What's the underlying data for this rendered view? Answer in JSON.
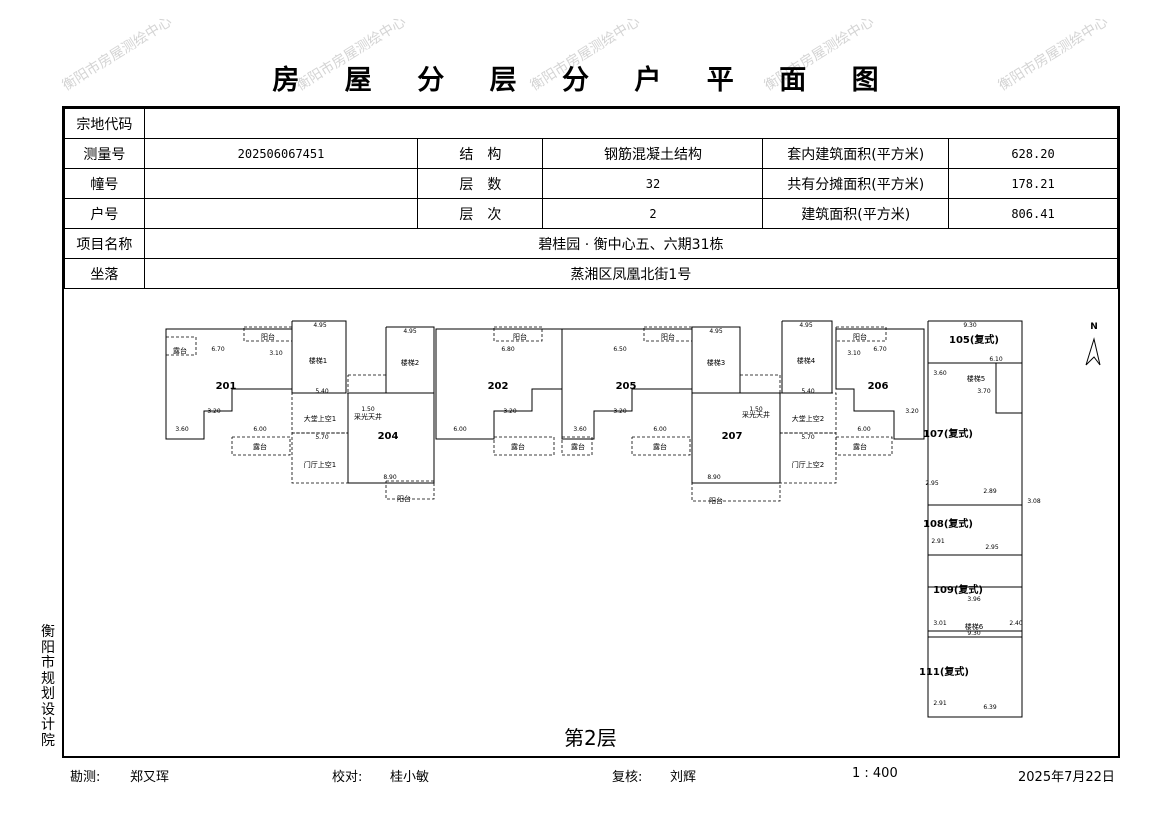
{
  "title": "房 屋 分 层 分 户 平 面 图",
  "watermark": "衡阳市房屋测绘中心",
  "info": {
    "parcel_code_label": "宗地代码",
    "parcel_code_value": "",
    "survey_no_label": "测量号",
    "survey_no_value": "202506067451",
    "structure_label": "结　构",
    "structure_value": "钢筋混凝土结构",
    "inner_area_label": "套内建筑面积(平方米)",
    "inner_area_value": "628.20",
    "building_no_label": "幢号",
    "building_no_value": "",
    "floors_label": "层　数",
    "floors_value": "32",
    "shared_area_label": "共有分摊面积(平方米)",
    "shared_area_value": "178.21",
    "unit_no_label": "户号",
    "unit_no_value": "",
    "floor_label": "层　次",
    "floor_value": "2",
    "building_area_label": "建筑面积(平方米)",
    "building_area_value": "806.41",
    "project_label": "项目名称",
    "project_value": "碧桂园 · 衡中心五、六期31栋",
    "location_label": "坐落",
    "location_value": "蒸湘区凤凰北街1号"
  },
  "plan": {
    "floor_label": "第2层",
    "north": "N",
    "units": [
      "201",
      "202",
      "204",
      "205",
      "206",
      "207",
      "105(复式)",
      "107(复式)",
      "108(复式)",
      "109(复式)",
      "111(复式)"
    ],
    "rooms": [
      "楼梯1",
      "楼梯2",
      "楼梯3",
      "楼梯4",
      "楼梯5",
      "楼梯6",
      "大堂上空1",
      "大堂上空2",
      "门厅上空1",
      "门厅上空2",
      "采光天井",
      "采光天井",
      "露台",
      "露台",
      "露台",
      "露台",
      "露台",
      "露台",
      "阳台",
      "阳台",
      "阳台",
      "阳台",
      "阳台",
      "阳台"
    ],
    "dims": [
      "4.95",
      "4.95",
      "4.95",
      "4.95",
      "6.70",
      "6.80",
      "6.50",
      "6.70",
      "3.10",
      "3.10",
      "3.20",
      "3.20",
      "3.20",
      "3.20",
      "3.60",
      "3.60",
      "6.00",
      "6.00",
      "6.00",
      "6.00",
      "8.90",
      "8.90",
      "5.70",
      "5.70",
      "5.40",
      "5.40",
      "1.50",
      "1.50",
      "9.30",
      "6.10",
      "3.60",
      "3.70",
      "2.95",
      "2.89",
      "2.91",
      "2.95",
      "3.96",
      "3.01",
      "9.30",
      "2.91",
      "6.39",
      "2.40",
      "3.08"
    ]
  },
  "side_text": "衡阳市规划设计院",
  "footer": {
    "surveyor_label": "勘测:",
    "surveyor": "郑又珲",
    "checker_label": "校对:",
    "checker": "桂小敏",
    "reviewer_label": "复核:",
    "reviewer": "刘辉",
    "scale": "1 : 400",
    "date": "2025年7月22日"
  }
}
